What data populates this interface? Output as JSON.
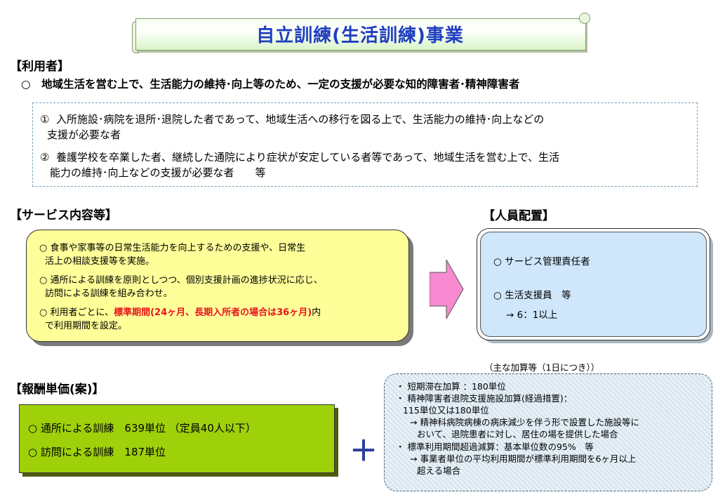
{
  "title": "自立訓練(生活訓練)事業",
  "users": {
    "heading": "【利用者】",
    "bullet": "○",
    "summary": "地域生活を営む上で、生活能力の維持･向上等のため、一定の支援が必要な知的障害者･精神障害者",
    "conditions": [
      {
        "num": "①",
        "line1": "入所施設･病院を退所･退院した者であって、地域生活への移行を図る上で、生活能力の維持･向上などの",
        "line2": "支援が必要な者"
      },
      {
        "num": "②",
        "line1": "養護学校を卒業した者、継続した通院により症状が安定している者等であって、地域生活を営む上で、生活",
        "line2": "能力の維持･向上などの支援が必要な者　　等"
      }
    ]
  },
  "services": {
    "heading": "【サービス内容等】",
    "items": [
      {
        "line1": "○ 食事や家事等の日常生活能力を向上するための支援や、日常生",
        "line2": "活上の相談支援等を実施。"
      },
      {
        "line1": "○ 通所による訓練を原則としつつ、個別支援計画の進捗状況に応じ、",
        "line2": "訪問による訓練を組み合わせ。"
      },
      {
        "line1_pre": "○ 利用者ごとに、",
        "line1_red": "標準期間(24ヶ月、長期入所者の場合は36ヶ月)",
        "line1_post": "内",
        "line2": "で利用期間を設定。"
      }
    ]
  },
  "staffing": {
    "heading": "【人員配置】",
    "items": [
      "○ サービス管理責任者",
      "○ 生活支援員　等",
      "→ 6：1以上"
    ]
  },
  "fees": {
    "heading": "【報酬単価(案)】",
    "items": [
      "○ 通所による訓練　639単位 （定員40人以下）",
      "○ 訪問による訓練　187単位"
    ]
  },
  "plus_sign": "＋",
  "additions": {
    "caption": "（主な加算等（1日につき））",
    "lines": [
      "・ 短期滞在加算 ：180単位",
      "・ 精神障害者退院支援施設加算(経過措置)：",
      "115単位又は180単位",
      "→ 精神科病院病棟の病床減少を伴う形で設置した施設等に",
      "おいて、退院患者に対し、居住の場を提供した場合",
      "・ 標準利用期間超過減算：基本単位数の95%　等",
      "→ 事業者単位の平均利用期間が標準利用期間を6ヶ月以上",
      "超える場合"
    ]
  },
  "colors": {
    "title": "#1f3fbf",
    "service_box": "#ffff99",
    "staff_box": "#cfe6fb",
    "fee_box": "#9ed10a",
    "arrow": "#f78ad0",
    "highlight": "#e8141c"
  }
}
